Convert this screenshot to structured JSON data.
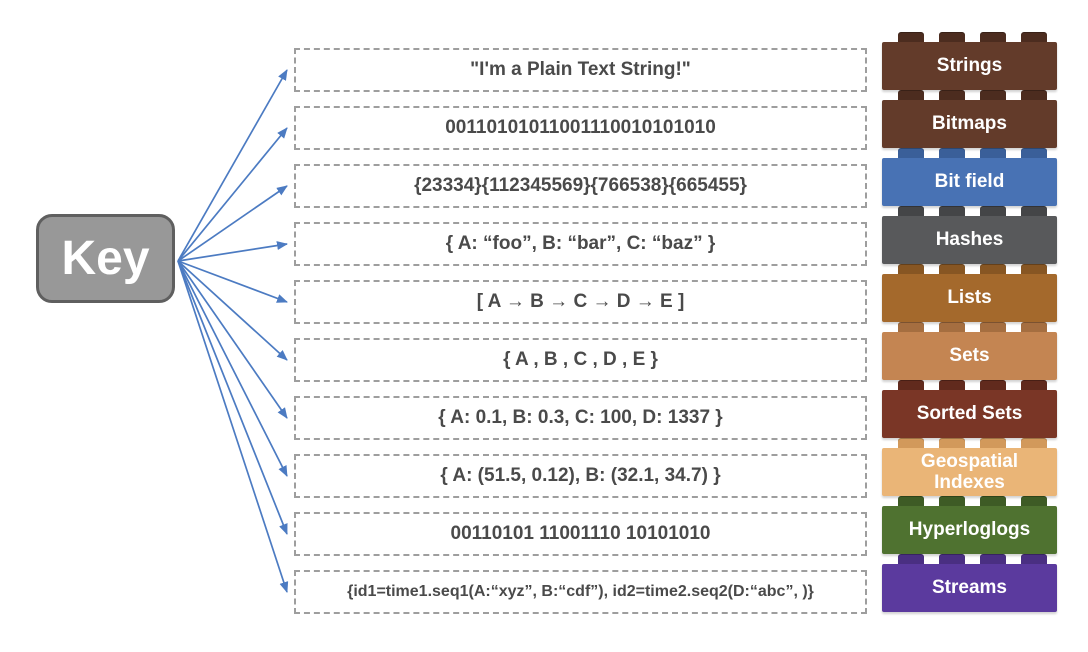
{
  "key": {
    "label": "Key"
  },
  "rows": [
    {
      "value": "\"I'm a Plain Text String!\"",
      "type": "Strings",
      "brick_color": "#633B2A",
      "stud_color": "#4C2C1F"
    },
    {
      "value": "00110101011001110010101010",
      "type": "Bitmaps",
      "brick_color": "#633B2A",
      "stud_color": "#4C2C1F"
    },
    {
      "value": "{23334}{112345569}{766538}{665455}",
      "type": "Bit field",
      "brick_color": "#4872B4",
      "stud_color": "#3A5F99"
    },
    {
      "value": "{ A: “foo”, B: “bar”, C: “baz”  }",
      "type": "Hashes",
      "brick_color": "#58595B",
      "stud_color": "#444547"
    },
    {
      "value": "[ A → B → C → D → E ]",
      "type": "Lists",
      "brick_color": "#A4692C",
      "stud_color": "#875623"
    },
    {
      "value": "{ A , B , C , D , E }",
      "type": "Sets",
      "brick_color": "#C48552",
      "stud_color": "#A56E40"
    },
    {
      "value": "{ A: 0.1, B: 0.3, C: 100, D: 1337 }",
      "type": "Sorted Sets",
      "brick_color": "#7A3626",
      "stud_color": "#612A1D"
    },
    {
      "value": "{ A: (51.5, 0.12), B: (32.1, 34.7)  }",
      "type": "Geospatial Indexes",
      "brick_color": "#EAB577",
      "stud_color": "#D2995B"
    },
    {
      "value": "00110101 11001110 10101010",
      "type": "Hyperloglogs",
      "brick_color": "#4F7230",
      "stud_color": "#3E5B25"
    },
    {
      "value": "{id1=time1.seq1(A:“xyz”, B:“cdf”), id2=time2.seq2(D:“abc”, )}",
      "type": "Streams",
      "brick_color": "#5B3A9E",
      "stud_color": "#4A2F82"
    }
  ],
  "colors": {
    "arrow": "#4C7BC2",
    "key_fill": "#989898",
    "key_border": "#5F5F5F",
    "key_text": "#FFFFFF",
    "value_box_border": "#9E9E9E",
    "value_text": "#4A4A4A"
  }
}
